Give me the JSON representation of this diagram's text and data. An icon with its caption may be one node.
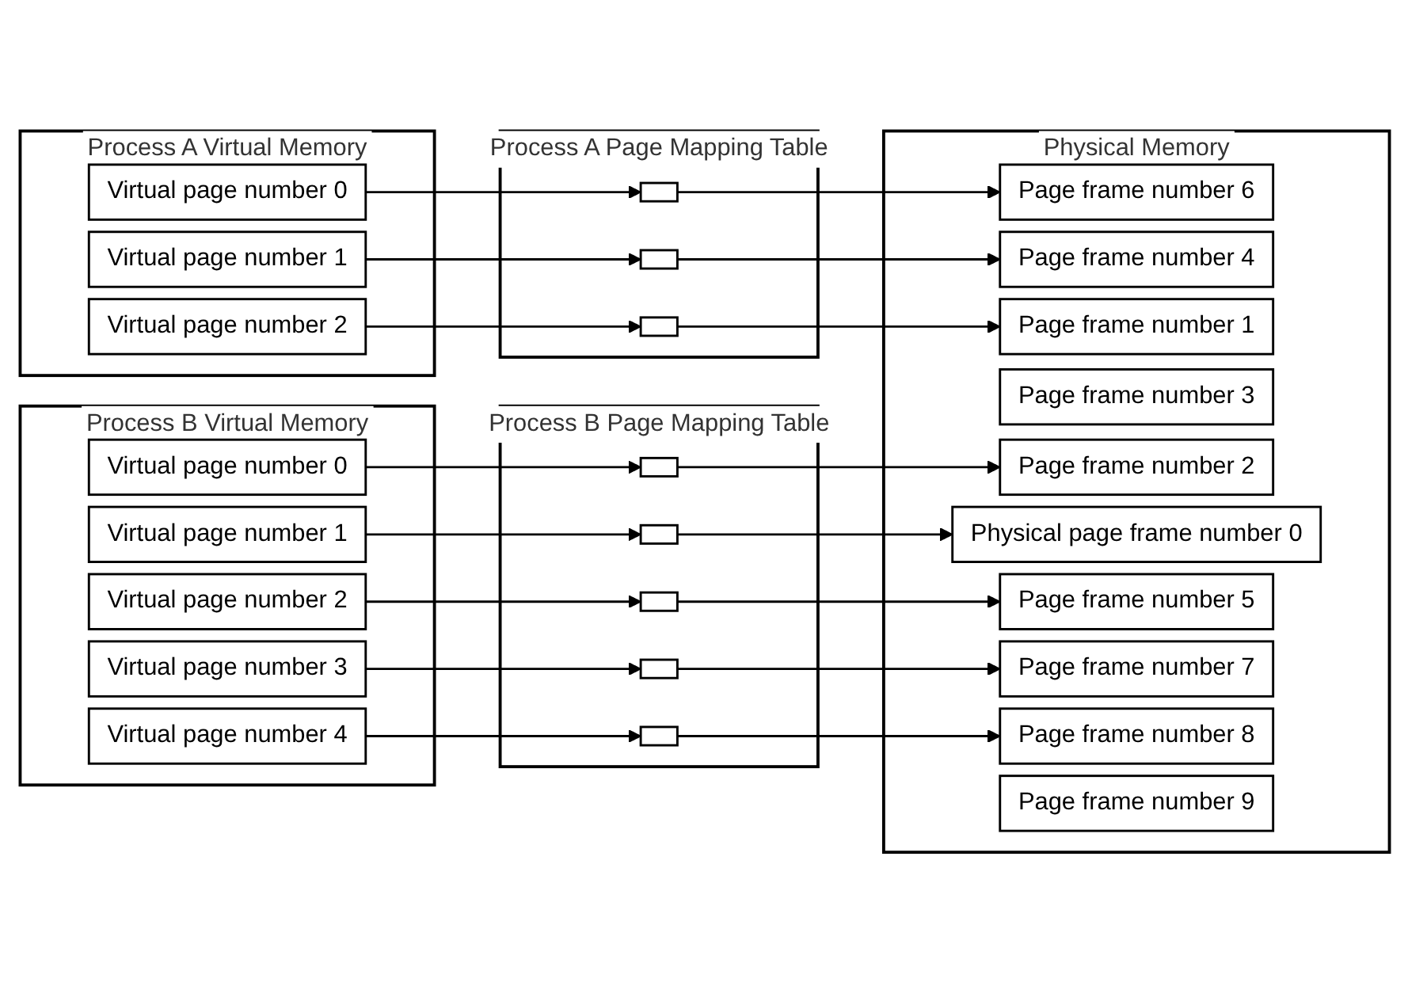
{
  "diagram": {
    "nodes": [
      {
        "text": [
          "Process A Virtual Memory"
        ]
      },
      {
        "text": [
          "Virtual page number 0"
        ],
        "in": 0
      },
      {
        "text": [
          "Virtual page number 1"
        ],
        "in": 0
      },
      {
        "text": [
          "Virtual page number 2"
        ],
        "in": 0
      },
      {
        "text": [
          "Process A Page Mapping Table"
        ]
      },
      {
        "text": [],
        "shape": "box",
        "in": 4
      },
      {
        "text": [],
        "shape": "box",
        "in": 4
      },
      {
        "text": [],
        "shape": "box",
        "in": 4
      },
      {
        "text": [
          "Physical Memory"
        ]
      },
      {
        "text": [
          "Physical page frame number 0"
        ],
        "in": 8
      },
      {
        "text": [
          "Page frame number 1"
        ],
        "in": 8
      },
      {
        "text": [
          "Page frame number 2"
        ],
        "in": 8
      },
      {
        "text": [
          "Page frame number 3"
        ],
        "in": 8
      },
      {
        "text": [
          "Page frame number 4"
        ],
        "in": 8
      },
      {
        "text": [
          "Page frame number 5"
        ],
        "in": 8
      },
      {
        "text": [
          "Page frame number 6"
        ],
        "in": 8
      },
      {
        "text": [
          "Page frame number 7"
        ],
        "in": 8
      },
      {
        "text": [
          "Page frame number 8"
        ],
        "in": 8
      },
      {
        "text": [
          "Page frame number 9"
        ],
        "in": 8
      },
      {
        "text": [
          "Process B Virtual Memory"
        ]
      },
      {
        "text": [
          "Virtual page number 0"
        ],
        "in": 19
      },
      {
        "text": [
          "Virtual page number 1"
        ],
        "in": 19
      },
      {
        "text": [
          "Virtual page number 2"
        ],
        "in": 19
      },
      {
        "text": [
          "Virtual page number 3"
        ],
        "in": 19
      },
      {
        "text": [
          "Virtual page number 4"
        ],
        "in": 19
      },
      {
        "text": [
          "Process B Page Mapping Table"
        ]
      },
      {
        "text": [],
        "shape": "box",
        "in": 25
      },
      {
        "text": [],
        "shape": "box",
        "in": 25
      },
      {
        "text": [],
        "shape": "box",
        "in": 25
      },
      {
        "text": [],
        "shape": "box",
        "in": 25
      },
      {
        "text": [],
        "shape": "box",
        "in": 25
      }
    ],
    "edges": [
      {
        "from": 1,
        "to": 5,
        "arrow": "to"
      },
      {
        "from": 2,
        "to": 6,
        "arrow": "to"
      },
      {
        "from": 3,
        "to": 7,
        "arrow": "to"
      },
      {
        "from": 5,
        "to": 15,
        "arrow": "to"
      },
      {
        "from": 6,
        "to": 13,
        "arrow": "to"
      },
      {
        "from": 7,
        "to": 10,
        "arrow": "to"
      },
      {
        "from": 20,
        "to": 26,
        "arrow": "to"
      },
      {
        "from": 21,
        "to": 27,
        "arrow": "to"
      },
      {
        "from": 22,
        "to": 28,
        "arrow": "to"
      },
      {
        "from": 23,
        "to": 29,
        "arrow": "to"
      },
      {
        "from": 24,
        "to": 30,
        "arrow": "to"
      },
      {
        "from": 26,
        "to": 11,
        "arrow": "to"
      },
      {
        "from": 27,
        "to": 9,
        "arrow": "to"
      },
      {
        "from": 28,
        "to": 14,
        "arrow": "to"
      },
      {
        "from": 29,
        "to": 16,
        "arrow": "to"
      },
      {
        "from": 30,
        "to": 17,
        "arrow": "to"
      }
    ]
  }
}
